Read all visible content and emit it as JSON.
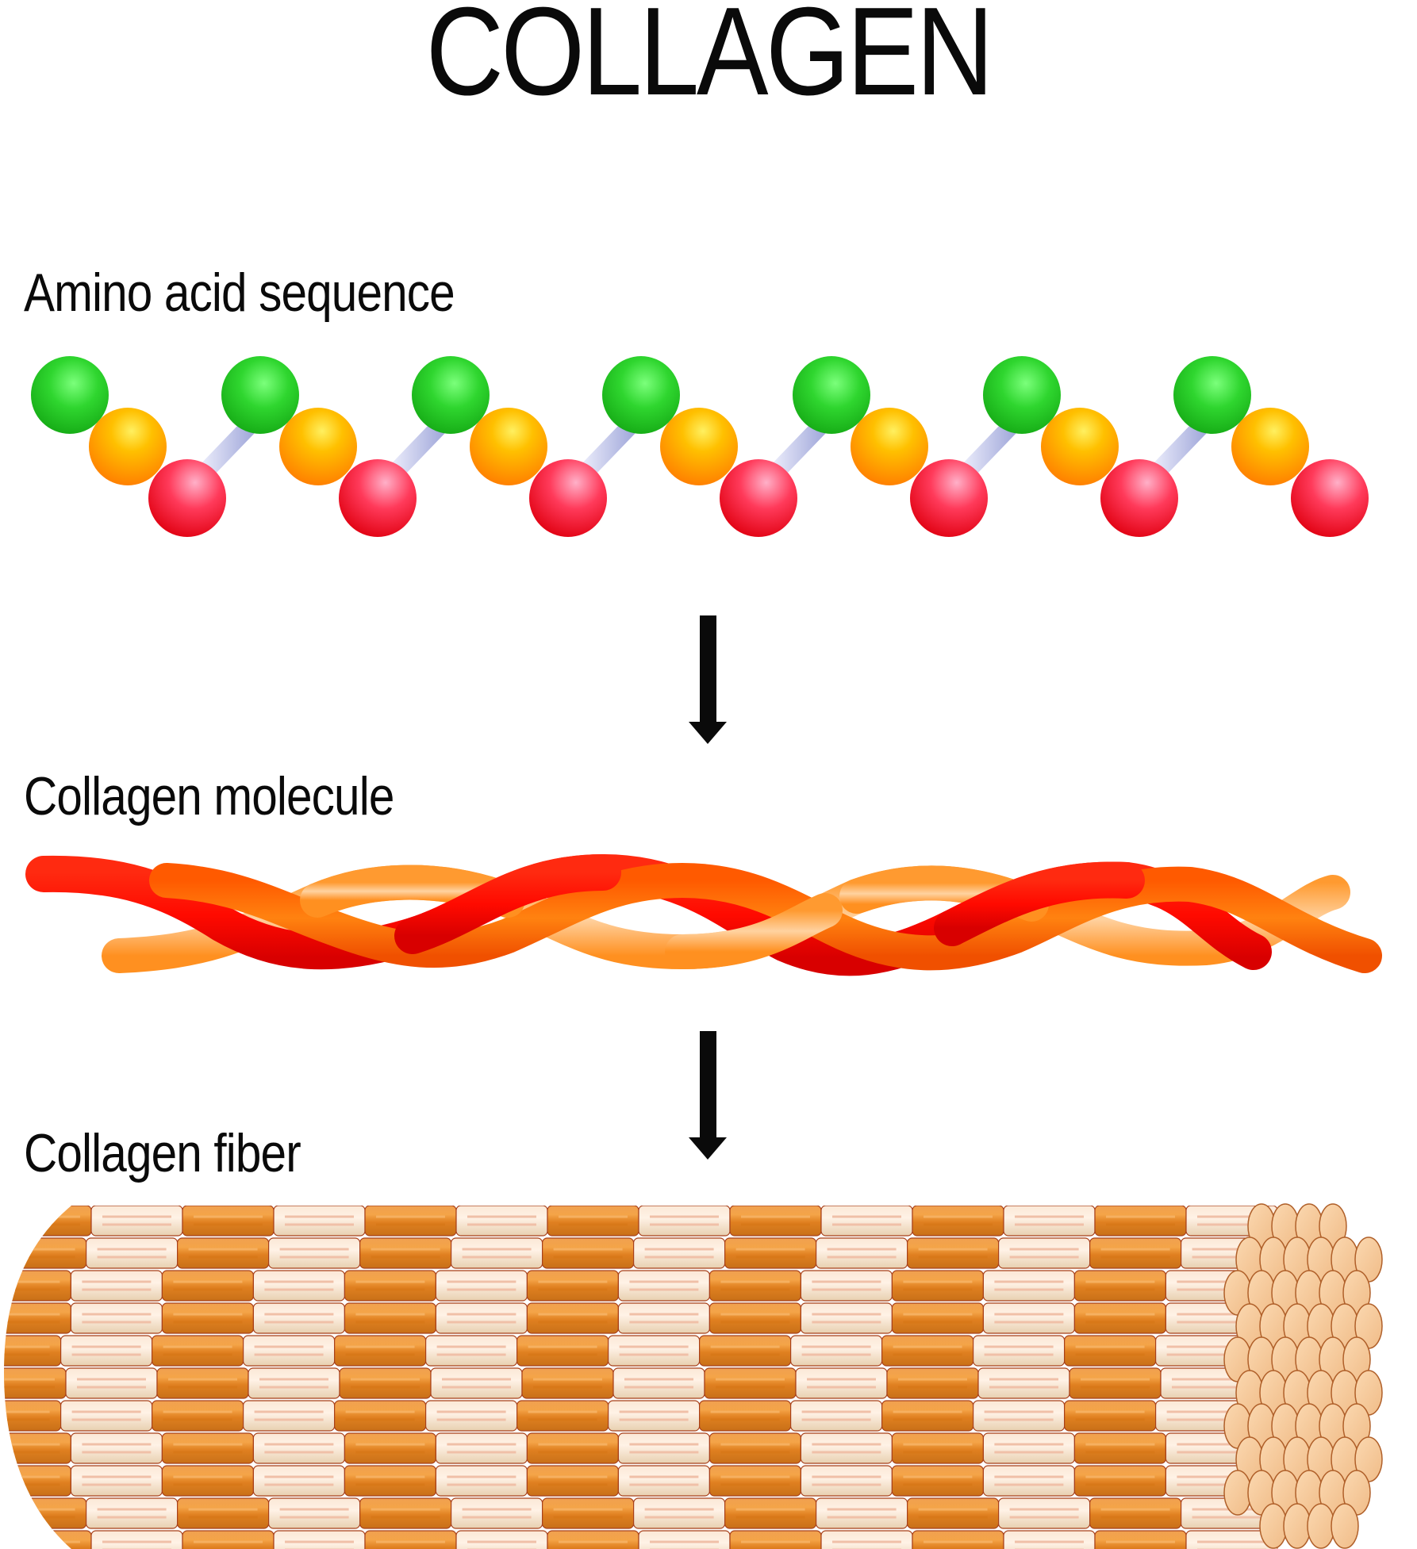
{
  "title": "COLLAGEN",
  "stages": {
    "amino": {
      "label": "Amino acid sequence"
    },
    "molecule": {
      "label": "Collagen molecule"
    },
    "fiber": {
      "label": "Collagen fiber"
    }
  },
  "amino_acid_groups": 7,
  "colors": {
    "green": "#22cc22",
    "orange": "#ff9900",
    "pink": "#ff2a4a",
    "connector": "#c8cce8",
    "strand_red": "#ee1100",
    "strand_orange": "#ff6a00",
    "strand_light": "#ffa040",
    "fiber_dark": "#e48a2e",
    "fiber_light": "#f6dcc0",
    "fiber_end": "#f6c99a",
    "arrow": "#0a0a0a",
    "text": "#0a0a0a"
  }
}
